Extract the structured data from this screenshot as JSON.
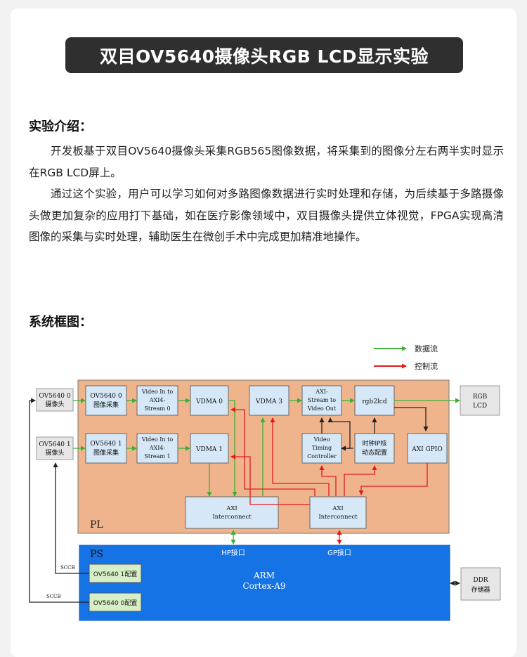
{
  "title": "双目OV5640摄像头RGB LCD显示实验",
  "intro": {
    "heading": "实验介绍：",
    "paragraphs": [
      "开发板基于双目OV5640摄像头采集RGB565图像数据，将采集到的图像分左右两半实时显示在RGB LCD屏上。",
      "通过这个实验，用户可以学习如何对多路图像数据进行实时处理和存储，为后续基于多路摄像头做更加复杂的应用打下基础，如在医疗影像领域中，双目摄像头提供立体视觉，FPGA实现高清图像的采集与实时处理，辅助医生在微创手术中完成更加精准地操作。"
    ]
  },
  "diagram": {
    "heading": "系统框图：",
    "legend": {
      "data_flow": "数据流",
      "control_flow": "控制流"
    },
    "colors": {
      "data": "#3cb035",
      "control": "#e21b1b",
      "pl_fill": "#f0b48c",
      "ps_fill": "#1673e6",
      "block": "#d6e8f7"
    },
    "pl_label": "PL",
    "ps_label": "PS",
    "blocks": {
      "cam0": [
        "OV5640 0",
        "摄像头"
      ],
      "cam1": [
        "OV5640 1",
        "摄像头"
      ],
      "cap0": [
        "OV5640 0",
        "图像采集"
      ],
      "cap1": [
        "OV5640 1",
        "图像采集"
      ],
      "vin0": [
        "Video In to",
        "AXI4-",
        "Stream 0"
      ],
      "vin1": [
        "Video In to",
        "AXI4-",
        "Stream 1"
      ],
      "vdma0": [
        "VDMA 0"
      ],
      "vdma1": [
        "VDMA 1"
      ],
      "vdma3": [
        "VDMA 3"
      ],
      "axis2vid": [
        "AXI-",
        "Stream to",
        "Video Out"
      ],
      "rgb2lcd": [
        "rgb2lcd"
      ],
      "vtc": [
        "Video",
        "Timing",
        "Controller"
      ],
      "clkip": [
        "时钟IP核",
        "动态配置"
      ],
      "gpio": [
        "AXI GPIO"
      ],
      "rgblcd": [
        "RGB",
        "LCD"
      ],
      "ic_hp": [
        "AXI",
        "Interconnect"
      ],
      "ic_gp": [
        "AXI",
        "Interconnect"
      ],
      "cfg1": [
        "OV5640 1配置"
      ],
      "cfg0": [
        "OV5640 0配置"
      ],
      "arm": [
        "ARM",
        "Cortex-A9"
      ],
      "ddr": [
        "DDR",
        "存储器"
      ]
    },
    "ports": {
      "hp": "HP接口",
      "gp": "GP接口",
      "sccb1": "SCCB",
      "sccb0": "SCCB"
    }
  }
}
